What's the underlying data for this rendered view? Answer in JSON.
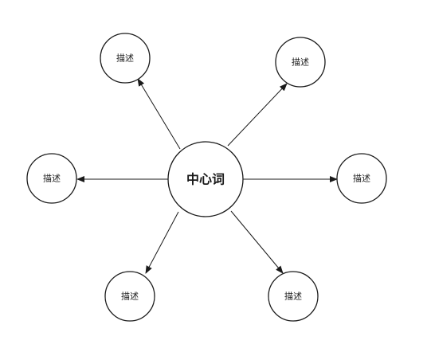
{
  "diagram": {
    "center": {
      "label": "中心词"
    },
    "nodes": [
      {
        "id": "top-left",
        "label": "描述"
      },
      {
        "id": "top-right",
        "label": "描述"
      },
      {
        "id": "left",
        "label": "描述"
      },
      {
        "id": "right",
        "label": "描述"
      },
      {
        "id": "bottom-left",
        "label": "描述"
      },
      {
        "id": "bottom-right",
        "label": "描述"
      }
    ],
    "colors": {
      "stroke": "#1a1a1a",
      "fill": "#ffffff",
      "background": "#ffffff"
    }
  }
}
